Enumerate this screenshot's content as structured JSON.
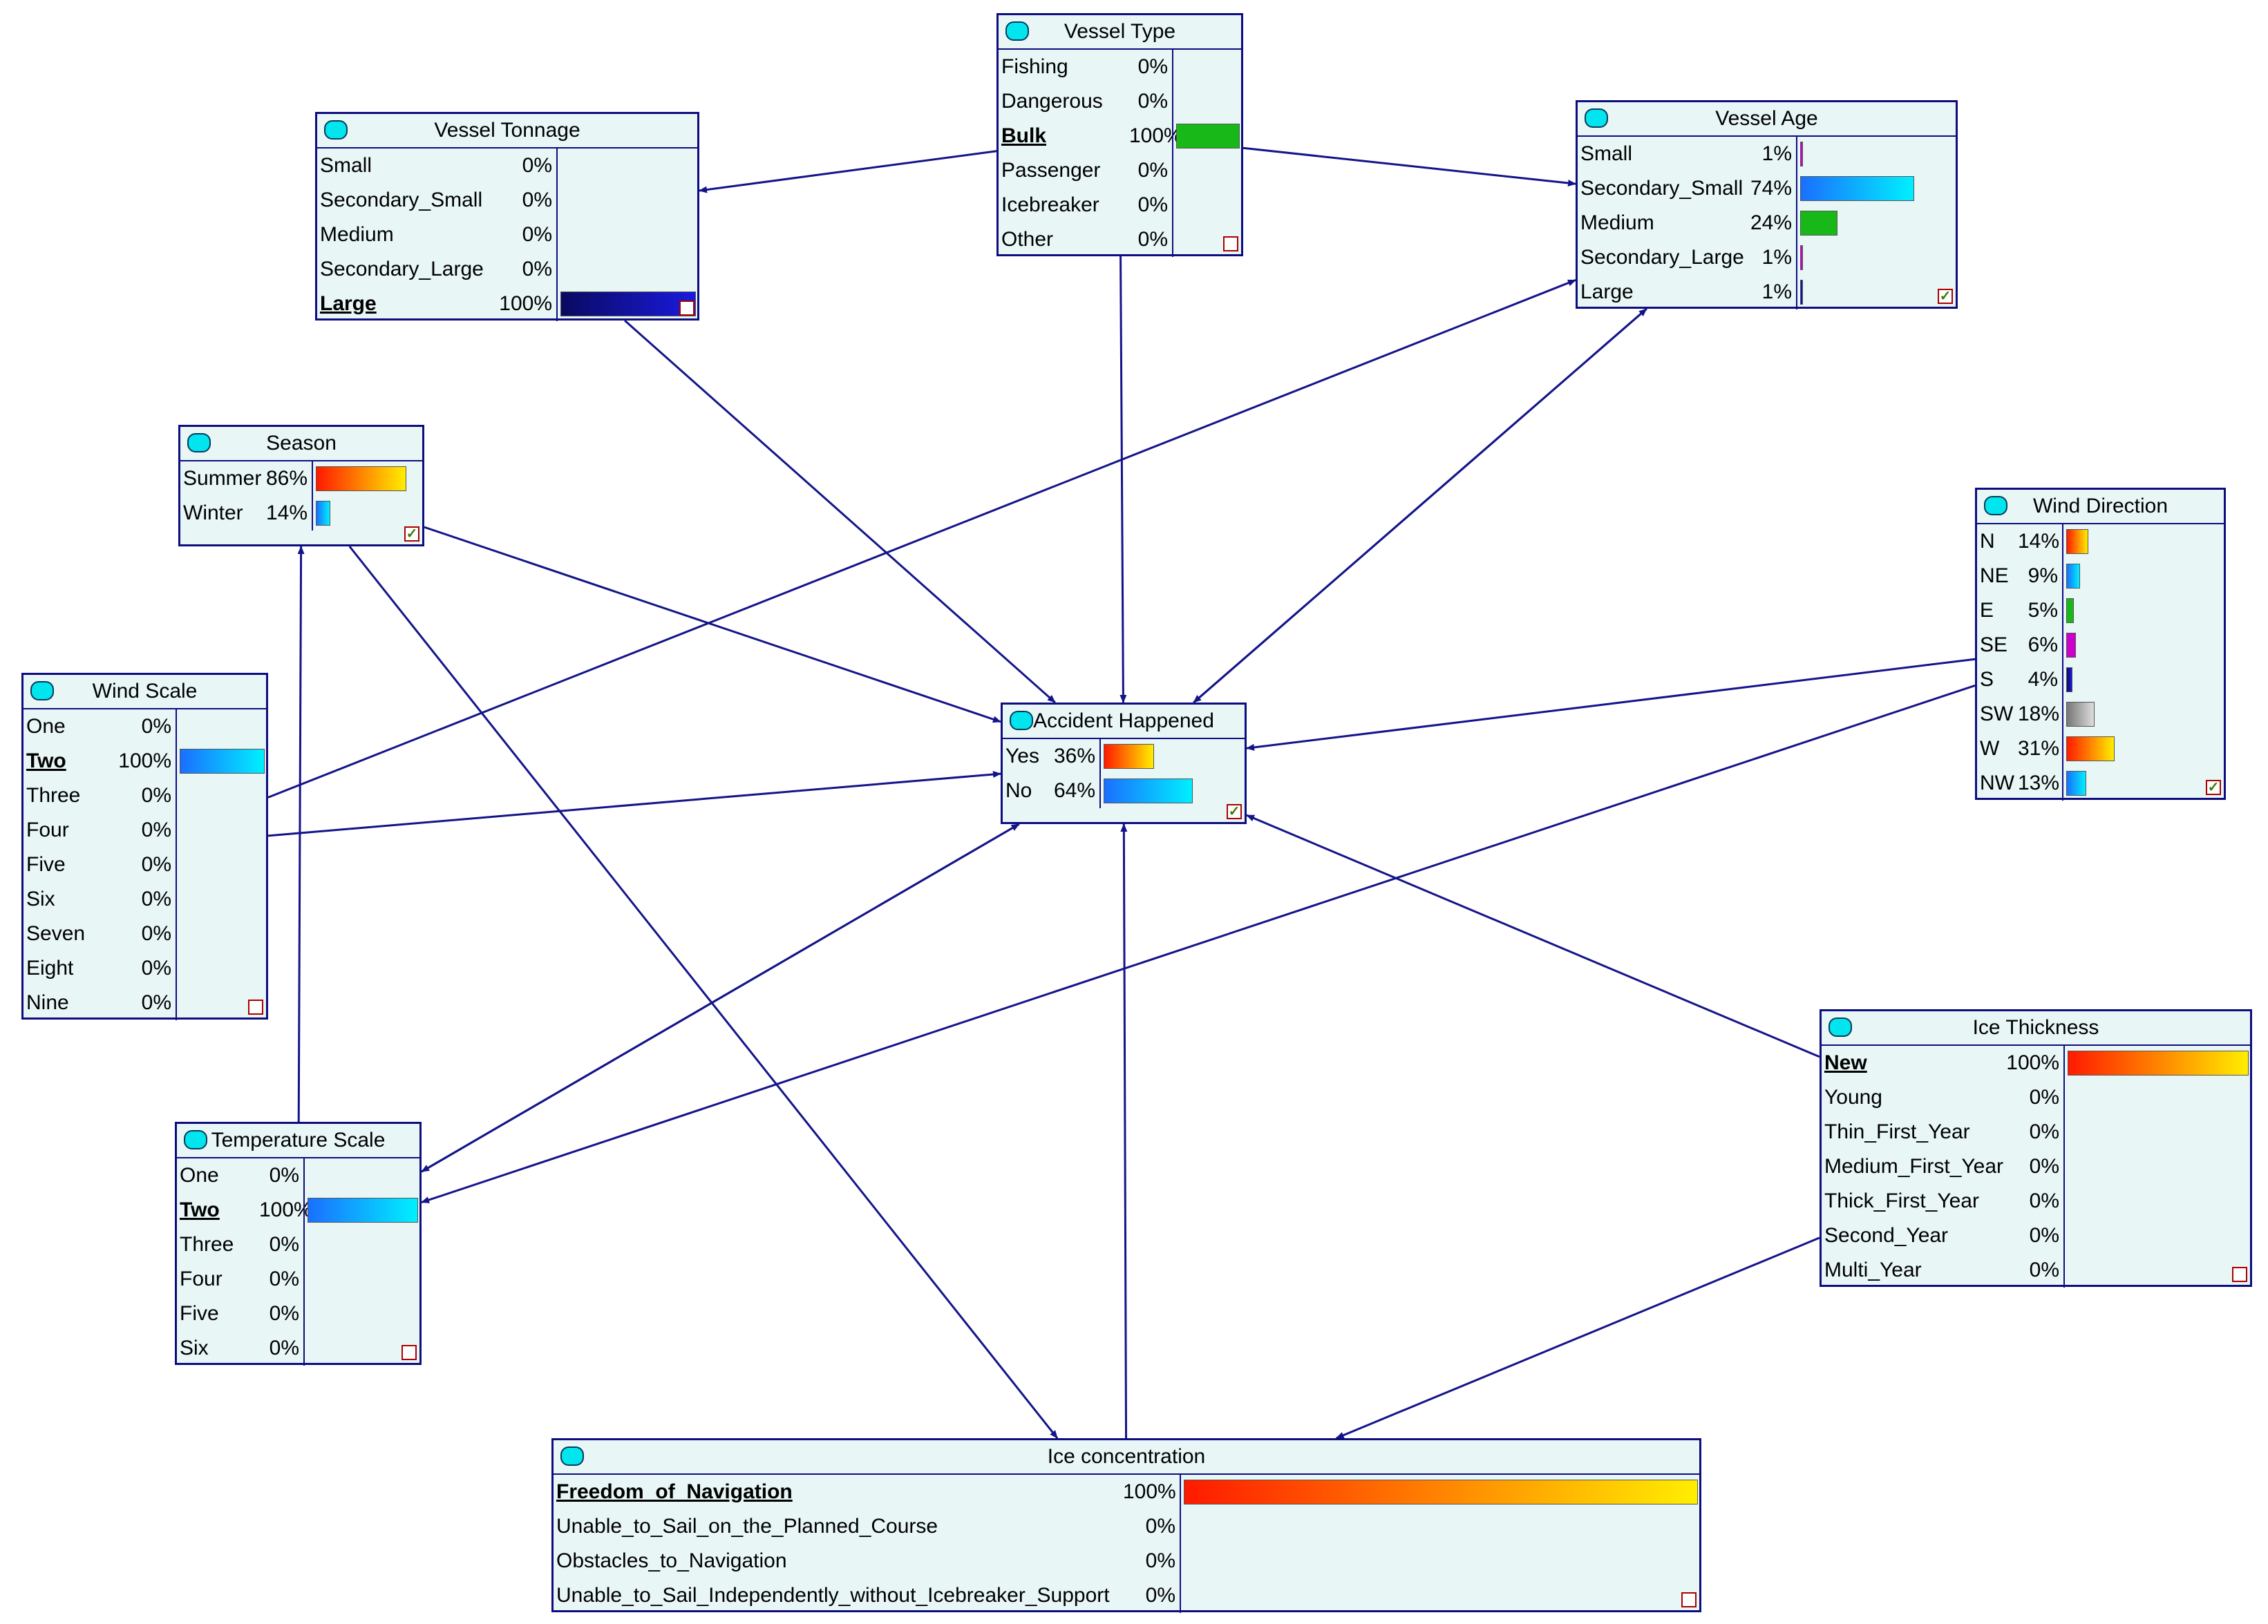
{
  "nodes": {
    "vessel_type": {
      "title": "Vessel Type",
      "corner": "",
      "states": [
        {
          "label": "Fishing",
          "pct": "0%",
          "frac": 0,
          "selected": false
        },
        {
          "label": "Dangerous",
          "pct": "0%",
          "frac": 0,
          "selected": false
        },
        {
          "label": "Bulk",
          "pct": "100%",
          "frac": 1.0,
          "selected": true,
          "color": "green"
        },
        {
          "label": "Passenger",
          "pct": "0%",
          "frac": 0,
          "selected": false
        },
        {
          "label": "Icebreaker",
          "pct": "0%",
          "frac": 0,
          "selected": false
        },
        {
          "label": "Other",
          "pct": "0%",
          "frac": 0,
          "selected": false
        }
      ]
    },
    "vessel_tonnage": {
      "title": "Vessel Tonnage",
      "corner": "",
      "states": [
        {
          "label": "Small",
          "pct": "0%",
          "frac": 0,
          "selected": false
        },
        {
          "label": "Secondary_Small",
          "pct": "0%",
          "frac": 0,
          "selected": false
        },
        {
          "label": "Medium",
          "pct": "0%",
          "frac": 0,
          "selected": false
        },
        {
          "label": "Secondary_Large",
          "pct": "0%",
          "frac": 0,
          "selected": false
        },
        {
          "label": "Large",
          "pct": "100%",
          "frac": 1.0,
          "selected": true,
          "color": "navy"
        }
      ]
    },
    "vessel_age": {
      "title": "Vessel Age",
      "corner": "✓",
      "states": [
        {
          "label": "Small",
          "pct": "1%",
          "frac": 0.01,
          "selected": false,
          "color": "magenta"
        },
        {
          "label": "Secondary_Small",
          "pct": "74%",
          "frac": 0.74,
          "selected": false,
          "color": "blue"
        },
        {
          "label": "Medium",
          "pct": "24%",
          "frac": 0.24,
          "selected": false,
          "color": "green"
        },
        {
          "label": "Secondary_Large",
          "pct": "1%",
          "frac": 0.01,
          "selected": false,
          "color": "magenta"
        },
        {
          "label": "Large",
          "pct": "1%",
          "frac": 0.01,
          "selected": false,
          "color": "navy"
        }
      ]
    },
    "season": {
      "title": "Season",
      "corner": "✓",
      "states": [
        {
          "label": "Summer",
          "pct": "86%",
          "frac": 0.86,
          "selected": false,
          "color": "hot"
        },
        {
          "label": "Winter",
          "pct": "14%",
          "frac": 0.14,
          "selected": false,
          "color": "blue"
        }
      ]
    },
    "wind_direction": {
      "title": "Wind Direction",
      "corner": "✓",
      "states": [
        {
          "label": "N",
          "pct": "14%",
          "frac": 0.14,
          "selected": false,
          "color": "hot"
        },
        {
          "label": "NE",
          "pct": "9%",
          "frac": 0.09,
          "selected": false,
          "color": "blue"
        },
        {
          "label": "E",
          "pct": "5%",
          "frac": 0.05,
          "selected": false,
          "color": "green"
        },
        {
          "label": "SE",
          "pct": "6%",
          "frac": 0.06,
          "selected": false,
          "color": "magenta"
        },
        {
          "label": "S",
          "pct": "4%",
          "frac": 0.04,
          "selected": false,
          "color": "navy"
        },
        {
          "label": "SW",
          "pct": "18%",
          "frac": 0.18,
          "selected": false,
          "color": "gray"
        },
        {
          "label": "W",
          "pct": "31%",
          "frac": 0.31,
          "selected": false,
          "color": "hot"
        },
        {
          "label": "NW",
          "pct": "13%",
          "frac": 0.13,
          "selected": false,
          "color": "blue"
        }
      ]
    },
    "wind_scale": {
      "title": "Wind Scale",
      "corner": "",
      "states": [
        {
          "label": "One",
          "pct": "0%",
          "frac": 0,
          "selected": false
        },
        {
          "label": "Two",
          "pct": "100%",
          "frac": 1.0,
          "selected": true,
          "color": "blue"
        },
        {
          "label": "Three",
          "pct": "0%",
          "frac": 0,
          "selected": false
        },
        {
          "label": "Four",
          "pct": "0%",
          "frac": 0,
          "selected": false
        },
        {
          "label": "Five",
          "pct": "0%",
          "frac": 0,
          "selected": false
        },
        {
          "label": "Six",
          "pct": "0%",
          "frac": 0,
          "selected": false
        },
        {
          "label": "Seven",
          "pct": "0%",
          "frac": 0,
          "selected": false
        },
        {
          "label": "Eight",
          "pct": "0%",
          "frac": 0,
          "selected": false
        },
        {
          "label": "Nine",
          "pct": "0%",
          "frac": 0,
          "selected": false
        }
      ]
    },
    "accident": {
      "title": "Accident Happened",
      "corner": "✓",
      "states": [
        {
          "label": "Yes",
          "pct": "36%",
          "frac": 0.36,
          "selected": false,
          "color": "hot"
        },
        {
          "label": "No",
          "pct": "64%",
          "frac": 0.64,
          "selected": false,
          "color": "blue"
        }
      ]
    },
    "temperature_scale": {
      "title": "Temperature Scale",
      "corner": "",
      "states": [
        {
          "label": "One",
          "pct": "0%",
          "frac": 0,
          "selected": false
        },
        {
          "label": "Two",
          "pct": "100%",
          "frac": 1.0,
          "selected": true,
          "color": "blue"
        },
        {
          "label": "Three",
          "pct": "0%",
          "frac": 0,
          "selected": false
        },
        {
          "label": "Four",
          "pct": "0%",
          "frac": 0,
          "selected": false
        },
        {
          "label": "Five",
          "pct": "0%",
          "frac": 0,
          "selected": false
        },
        {
          "label": "Six",
          "pct": "0%",
          "frac": 0,
          "selected": false
        }
      ]
    },
    "ice_thickness": {
      "title": "Ice Thickness",
      "corner": "",
      "states": [
        {
          "label": "New",
          "pct": "100%",
          "frac": 1.0,
          "selected": true,
          "color": "hot"
        },
        {
          "label": "Young",
          "pct": "0%",
          "frac": 0,
          "selected": false
        },
        {
          "label": "Thin_First_Year",
          "pct": "0%",
          "frac": 0,
          "selected": false
        },
        {
          "label": "Medium_First_Year",
          "pct": "0%",
          "frac": 0,
          "selected": false
        },
        {
          "label": "Thick_First_Year",
          "pct": "0%",
          "frac": 0,
          "selected": false
        },
        {
          "label": "Second_Year",
          "pct": "0%",
          "frac": 0,
          "selected": false
        },
        {
          "label": "Multi_Year",
          "pct": "0%",
          "frac": 0,
          "selected": false
        }
      ]
    },
    "ice_concentration": {
      "title": "Ice concentration",
      "corner": "",
      "states": [
        {
          "label": "Freedom_of_Navigation",
          "pct": "100%",
          "frac": 1.0,
          "selected": true,
          "color": "hot"
        },
        {
          "label": "Unable_to_Sail_on_the_Planned_Course",
          "pct": "0%",
          "frac": 0,
          "selected": false
        },
        {
          "label": "Obstacles_to_Navigation",
          "pct": "0%",
          "frac": 0,
          "selected": false
        },
        {
          "label": "Unable_to_Sail_Independently_without_Icebreaker_Support",
          "pct": "0%",
          "frac": 0,
          "selected": false
        }
      ]
    }
  },
  "edges": [
    {
      "from": "vessel_type",
      "to": "vessel_tonnage"
    },
    {
      "from": "vessel_type",
      "to": "vessel_age"
    },
    {
      "from": "vessel_type",
      "to": "accident"
    },
    {
      "from": "vessel_tonnage",
      "to": "accident"
    },
    {
      "from": "vessel_age",
      "to": "accident"
    },
    {
      "from": "accident",
      "to": "vessel_age"
    },
    {
      "from": "season",
      "to": "accident"
    },
    {
      "from": "season",
      "to": "ice_concentration"
    },
    {
      "from": "wind_scale",
      "to": "accident"
    },
    {
      "from": "wind_scale",
      "to": "vessel_age"
    },
    {
      "from": "wind_direction",
      "to": "accident"
    },
    {
      "from": "wind_direction",
      "to": "temperature_scale"
    },
    {
      "from": "temperature_scale",
      "to": "season"
    },
    {
      "from": "temperature_scale",
      "to": "accident"
    },
    {
      "from": "accident",
      "to": "temperature_scale"
    },
    {
      "from": "ice_thickness",
      "to": "accident"
    },
    {
      "from": "ice_thickness",
      "to": "ice_concentration"
    },
    {
      "from": "ice_concentration",
      "to": "accident"
    }
  ],
  "colors": {
    "node_fill": "#e8f6f6",
    "node_border": "#0d0d80",
    "edge": "#14148a",
    "icon": "#00e5ee",
    "hot_start": "#ff1a00",
    "hot_end": "#ffee00",
    "blue_start": "#1a6fff",
    "blue_end": "#00f0ff",
    "green": "#18b818",
    "navy": "#0a0a60",
    "magenta": "#cc00cc",
    "gray": "#9a9a9a"
  }
}
